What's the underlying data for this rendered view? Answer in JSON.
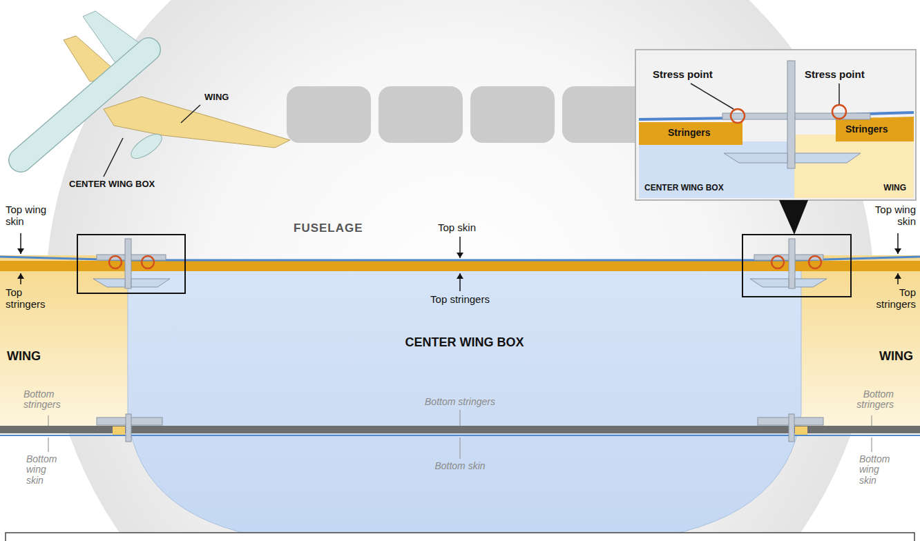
{
  "diagram": {
    "nodes": [
      {
        "text": [
          "Stress point",
          "Stress point"
        ]
      },
      {
        "text": [
          "Stringers"
        ],
        "in": 0
      },
      {
        "text": [
          "Stringers"
        ],
        "in": 0
      },
      {
        "text": [
          "CENTER WING BOX"
        ],
        "in": 0
      },
      {
        "text": [
          "WING"
        ],
        "in": 0
      },
      {
        "text": [
          "WING"
        ]
      },
      {
        "text": [
          "CENTER WING BOX"
        ]
      },
      {
        "text": [
          "WING"
        ]
      }
    ],
    "labels": [
      "WING",
      "CENTER WING BOX",
      "Top wing skin",
      "FUSELAGE",
      "Top skin",
      "Top wing skin",
      "Top stringers",
      "Top stringers",
      "Top stringers",
      "Bottom stringers",
      "Bottom stringers",
      "Bottom stringers",
      "Bottom wing skin",
      "Bottom skin",
      "Bottom wing skin"
    ]
  }
}
